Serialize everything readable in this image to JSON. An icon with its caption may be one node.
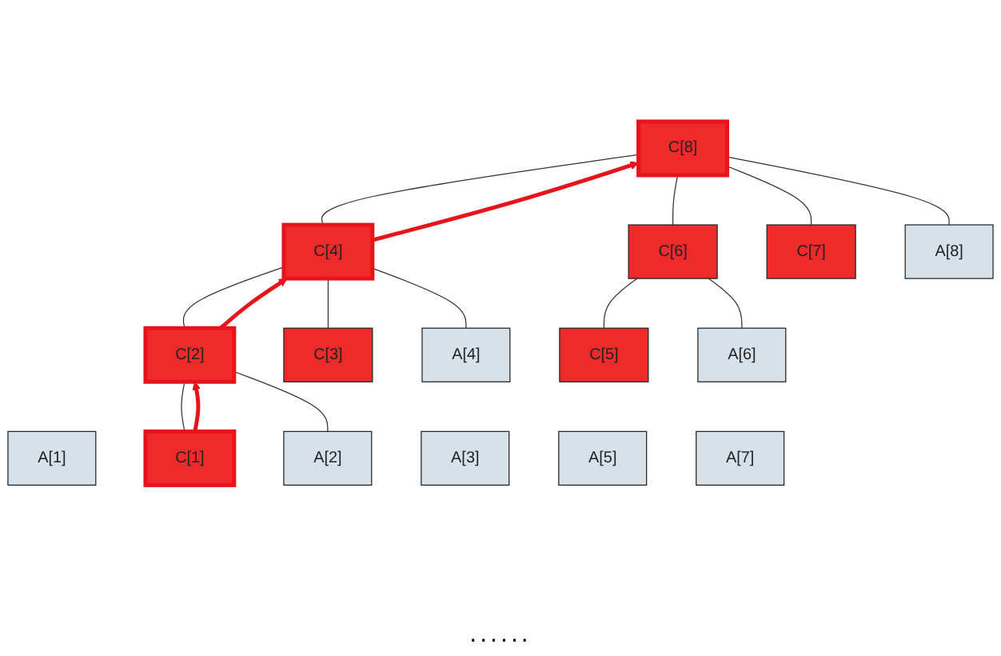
{
  "diagram": {
    "nodes": [
      {
        "text": [
          "C[8]"
        ]
      },
      {
        "text": [
          "C[4]"
        ]
      },
      {
        "text": [
          "C[2]"
        ]
      },
      {
        "text": [
          "C[6]"
        ]
      },
      {
        "text": [
          "C[1]"
        ]
      },
      {
        "text": [
          "C[3]"
        ]
      },
      {
        "text": [
          "C[5]"
        ]
      },
      {
        "text": [
          "C[7]"
        ]
      },
      {
        "text": [
          "A[1]"
        ]
      },
      {
        "text": [
          "A[2]"
        ]
      },
      {
        "text": [
          "A[3]"
        ]
      },
      {
        "text": [
          "A[4]"
        ]
      },
      {
        "text": [
          "A[5]"
        ]
      },
      {
        "text": [
          "A[6]"
        ]
      },
      {
        "text": [
          "A[7]"
        ]
      },
      {
        "text": [
          "A[8]"
        ]
      }
    ],
    "edges": [
      {
        "from": 4,
        "to": 2,
        "arrow": "none"
      },
      {
        "from": 9,
        "to": 2,
        "arrow": "none"
      },
      {
        "from": 2,
        "to": 1,
        "arrow": "none"
      },
      {
        "from": 5,
        "to": 1,
        "arrow": "none"
      },
      {
        "from": 11,
        "to": 1,
        "arrow": "none"
      },
      {
        "from": 1,
        "to": 0,
        "arrow": "none"
      },
      {
        "from": 3,
        "to": 0,
        "arrow": "none"
      },
      {
        "from": 7,
        "to": 0,
        "arrow": "none"
      },
      {
        "from": 15,
        "to": 0,
        "arrow": "none"
      },
      {
        "from": 6,
        "to": 3,
        "arrow": "none"
      },
      {
        "from": 13,
        "to": 3,
        "arrow": "none"
      },
      {
        "from": 4,
        "to": 2,
        "arrow": "to",
        "style": "thick",
        "color": "#e8141c"
      },
      {
        "from": 2,
        "to": 1,
        "arrow": "to",
        "style": "thick",
        "color": "#e8141c"
      },
      {
        "from": 1,
        "to": 0,
        "arrow": "to",
        "style": "thick",
        "color": "#e8141c"
      }
    ],
    "labels": [
      "......"
    ]
  }
}
